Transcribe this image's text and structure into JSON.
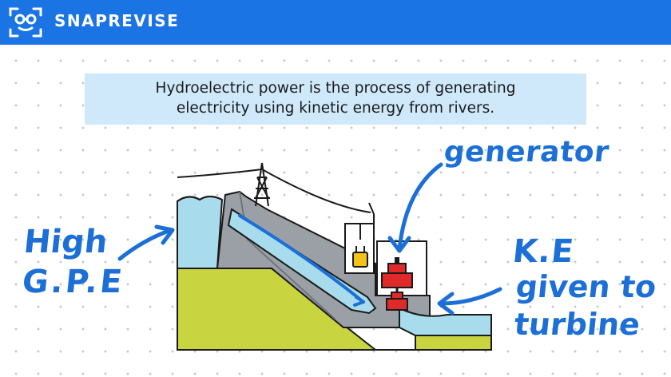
{
  "header": {
    "brand": "SNAPREVISE",
    "logo_icon": "smiley-face-glasses-icon",
    "background": "#1b74e4"
  },
  "banner": {
    "line1": "Hydroelectric power is the process of generating",
    "line2": "electricity using kinetic energy from rivers.",
    "background": "#cfe9fb"
  },
  "annotations": {
    "generator": "generator",
    "high": "High",
    "gpe": "G.P.E",
    "ke": "K.E",
    "given_to": "given to",
    "turbine": "turbine",
    "color": "#1b6fd6"
  },
  "diagram": {
    "water_color": "#a8dcec",
    "ground_color": "#c8d440",
    "dam_color": "#9aa0a6",
    "generator_color": "#e02a2a",
    "transformer_color": "#f3c317",
    "icons": [
      "pylon-icon",
      "transformer-icon",
      "generator-icon",
      "turbine-icon"
    ]
  }
}
